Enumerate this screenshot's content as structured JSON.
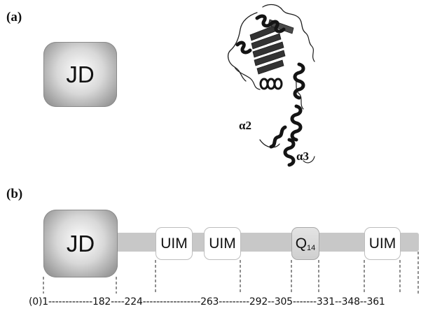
{
  "panel_a": {
    "label": "(a)",
    "domain_label": "JD",
    "helix_labels": [
      "α2",
      "α3"
    ]
  },
  "panel_b": {
    "label": "(b)",
    "domain_label": "JD",
    "motifs": [
      "UIM",
      "UIM",
      "Q",
      "UIM"
    ],
    "q_subscript": "14",
    "position_scale": "(0)1-------------182----224-----------------263---------292--305-------331--348--361"
  },
  "colors": {
    "backbone": "#c8c8c8",
    "structure": "#1e1e1e",
    "motif_border": "#bdbdbd"
  }
}
